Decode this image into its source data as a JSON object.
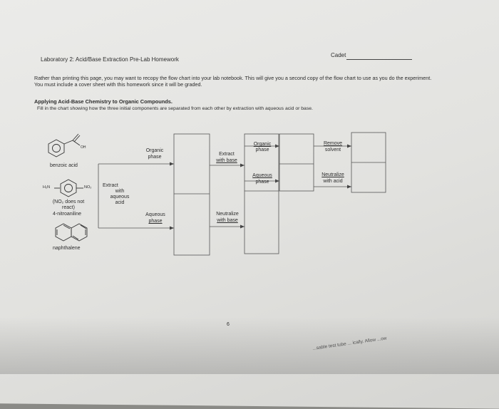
{
  "header": {
    "title": "Laboratory 2: Acid/Base Extraction Pre-Lab Homework",
    "cadet_label": "Cadet"
  },
  "intro": "Rather than printing this page, you may want to recopy the flow chart into your lab notebook. This will give you a second copy of the flow chart to use as you do the experiment. You must include a cover sheet with this homework since it will be graded.",
  "section": {
    "title": "Applying Acid-Base Chemistry to Organic Compounds.",
    "instruction": "Fill in the chart showing how the three initial components are separated from each other by extraction with aqueous acid or base."
  },
  "compounds": {
    "benzoic_acid": {
      "name": "benzoic acid",
      "oh": "OH"
    },
    "nitroaniline": {
      "left_group": "H₂N",
      "right_group": "NO₂",
      "note_line1": "(NO₂ does not",
      "note_line2": "react)",
      "name": "4-nitroaniline"
    },
    "naphthalene": {
      "name": "naphthalene"
    }
  },
  "flow": {
    "step1": [
      "Extract",
      "with",
      "aqueous",
      "acid"
    ],
    "organic_phase": [
      "Organic",
      "phase"
    ],
    "aqueous_phase": [
      "Aqueous",
      "phase"
    ],
    "extract_base": [
      "Extract",
      "with base"
    ],
    "neutralize_base": [
      "Neutralize",
      "with base"
    ],
    "organic_phase_2": [
      "Organic",
      "phase"
    ],
    "aqueous_phase_2": [
      "Aqueous",
      "phase"
    ],
    "remove_solvent": [
      "Remove",
      "solvent"
    ],
    "neutralize_acid": [
      "Neutralize",
      "with acid"
    ]
  },
  "page_number": "6",
  "bottom_fragment": "...sable test tube ... ically. Allow ...ow"
}
